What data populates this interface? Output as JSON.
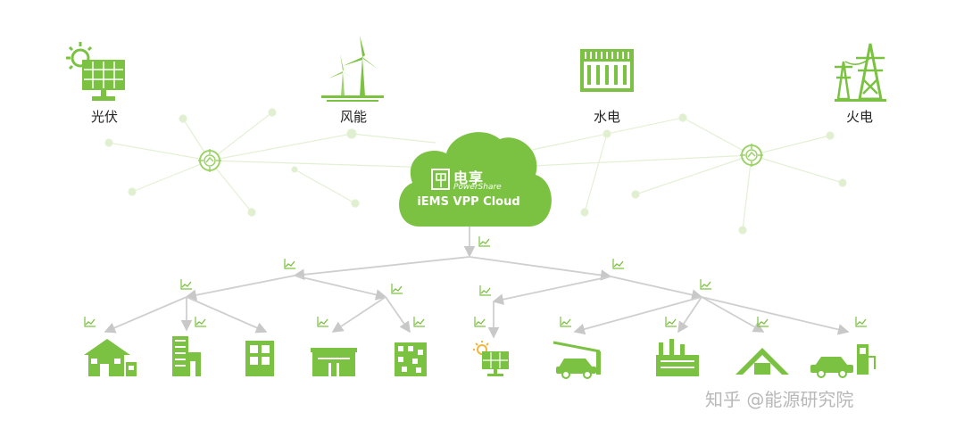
{
  "sources": [
    {
      "id": "solar",
      "label": "光伏",
      "icon": "solar-panel-icon"
    },
    {
      "id": "wind",
      "label": "风能",
      "icon": "wind-turbine-icon"
    },
    {
      "id": "hydro",
      "label": "水电",
      "icon": "hydro-dam-icon"
    },
    {
      "id": "thermal",
      "label": "火电",
      "icon": "power-tower-icon"
    }
  ],
  "cloud": {
    "brand_cn": "电享",
    "brand_en": "PowerShare",
    "title": "iEMS VPP Cloud"
  },
  "endpoints": [
    {
      "icon": "house-icon"
    },
    {
      "icon": "apartment-building-icon"
    },
    {
      "icon": "office-building-icon"
    },
    {
      "icon": "factory-hall-icon"
    },
    {
      "icon": "tower-block-icon"
    },
    {
      "icon": "solar-panel-icon"
    },
    {
      "icon": "ev-charging-carport-icon"
    },
    {
      "icon": "industrial-plant-icon"
    },
    {
      "icon": "warehouse-icon"
    },
    {
      "icon": "ev-charger-car-icon"
    }
  ],
  "watermark": "知乎 @能源研究院",
  "colors": {
    "accent": "#7cc242",
    "line": "#cfcfcf",
    "faint": "#e3f0d4"
  }
}
